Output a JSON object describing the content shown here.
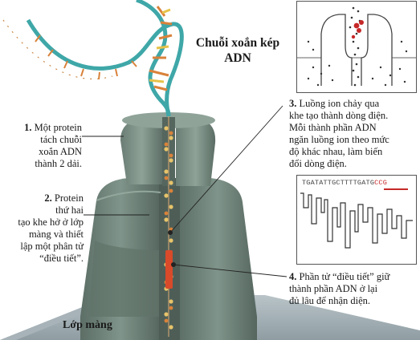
{
  "title": {
    "line1": "Chuỗi xoắn kép",
    "line2": "ADN"
  },
  "steps": [
    {
      "num": "1.",
      "lines": [
        "Một protein",
        "tách chuỗi",
        "xoắn ADN",
        "thành 2 dải."
      ]
    },
    {
      "num": "2.",
      "lines": [
        "Protein",
        "thứ hai",
        "tạo khe hở ở lớp",
        "màng và thiết",
        "lập một phân tử",
        "“điều tiết”."
      ]
    },
    {
      "num": "3.",
      "lines": [
        "Luồng ion chảy qua",
        "khe tạo thành dòng điện.",
        "Mỗi thành phần ADN",
        "ngăn luồng ion theo mức",
        "độ khác nhau, làm biến",
        "đổi dòng điện."
      ]
    },
    {
      "num": "4.",
      "lines": [
        "Phần tử “điều tiết” giữ",
        "thành phần ADN ở lại",
        "đủ lâu để nhận diện."
      ]
    }
  ],
  "membrane_label": "Lớp màng",
  "signal_sequence": {
    "plain": "TGATATTGCTTTTGATG",
    "highlight": "CCG"
  },
  "colors": {
    "protein": "#6b7e74",
    "protein_dark": "#4d5d55",
    "helix": "#3fa7a8",
    "base_orange": "#d9823a",
    "accent_red": "#d84a2a"
  }
}
